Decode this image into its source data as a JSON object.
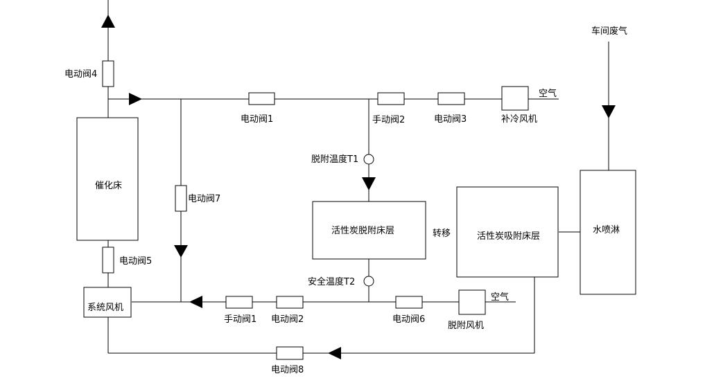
{
  "labels": {
    "valve1": "电动阀1",
    "valve2": "电动阀2",
    "valve3": "电动阀3",
    "valve4": "电动阀4",
    "valve5": "电动阀5",
    "valve6": "电动阀6",
    "valve7": "电动阀7",
    "valve8": "电动阀8",
    "manual1": "手动阀1",
    "manual2": "手动阀2",
    "catalytic_bed": "催化床",
    "system_fan": "系统风机",
    "desorption_bed": "活性炭脱附床层",
    "adsorption_bed": "活性炭吸附床层",
    "water_spray": "水喷淋",
    "cooling_fan": "补冷风机",
    "desorption_fan": "脱附风机",
    "air_top": "空气",
    "air_bottom": "空气",
    "workshop_gas": "车间废气",
    "transfer": "转移",
    "desorption_temp": "脱附温度T1",
    "safety_temp": "安全温度T2"
  }
}
